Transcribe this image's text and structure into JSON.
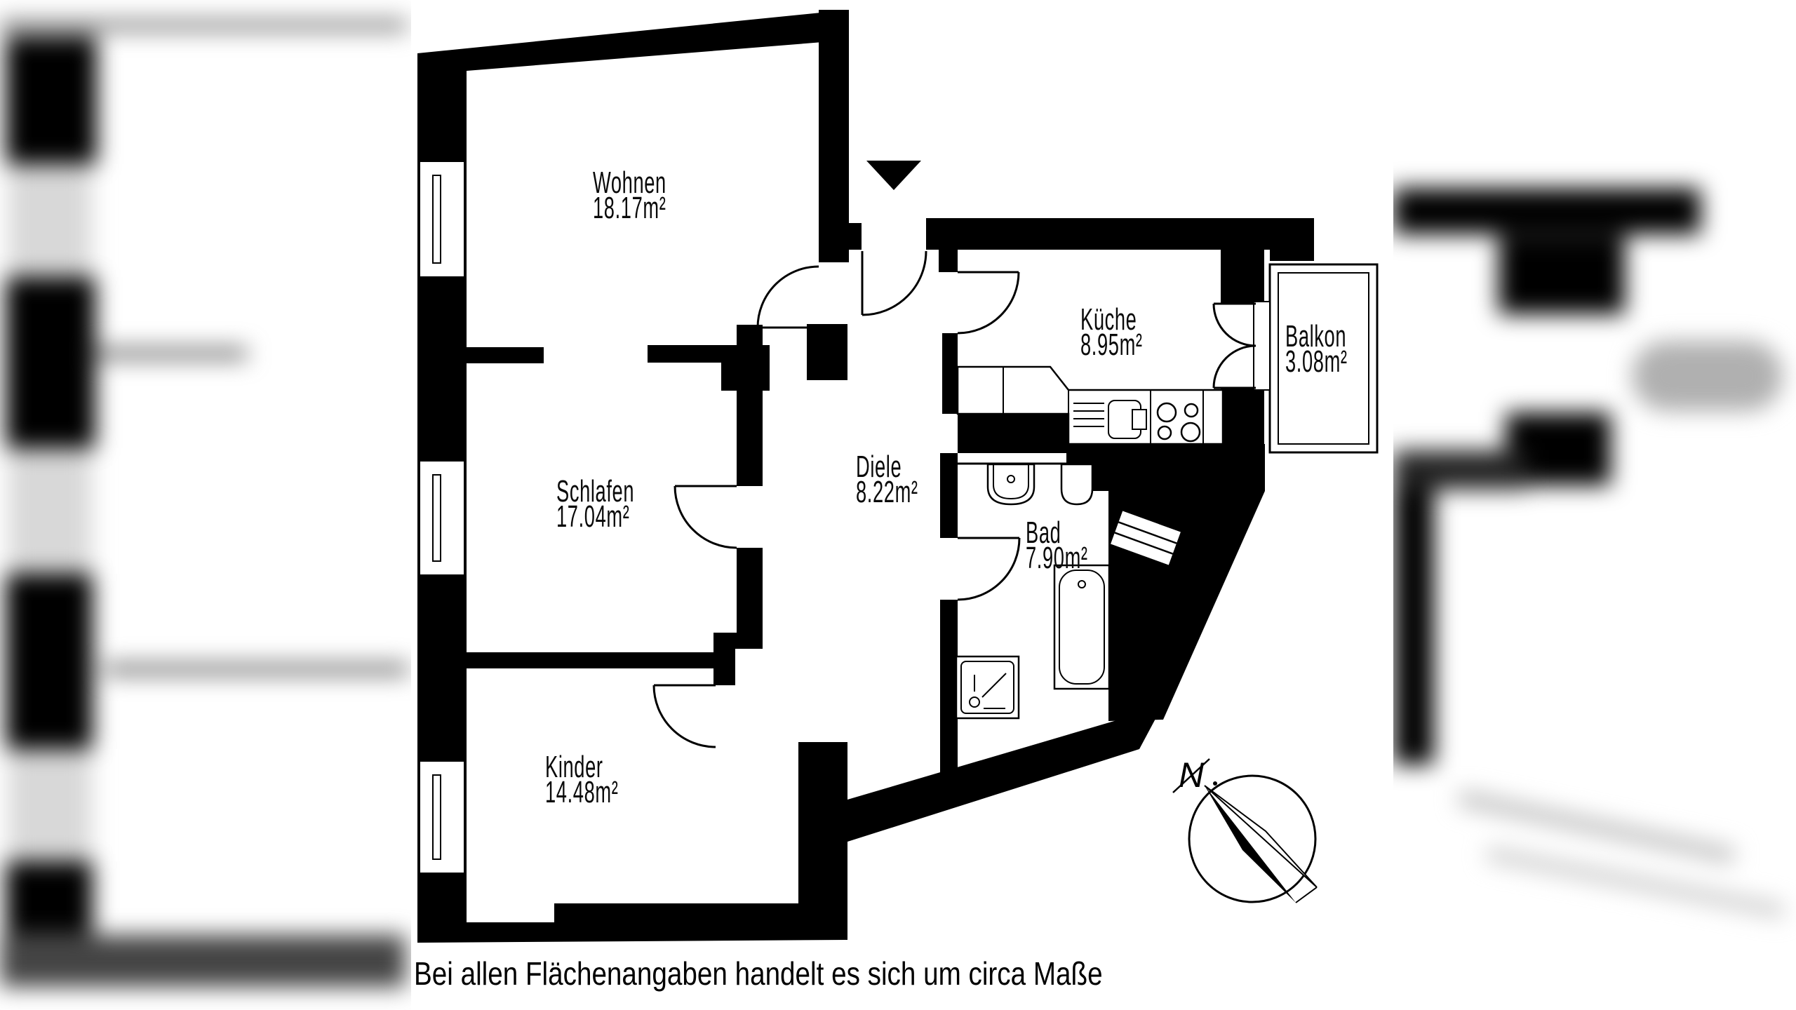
{
  "floorplan": {
    "rooms": [
      {
        "id": "wohnen",
        "name": "Wohnen",
        "area_label": "18.17m²"
      },
      {
        "id": "schlafen",
        "name": "Schlafen",
        "area_label": "17.04m²"
      },
      {
        "id": "kinder",
        "name": "Kinder",
        "area_label": "14.48m²"
      },
      {
        "id": "diele",
        "name": "Diele",
        "area_label": "8.22m²"
      },
      {
        "id": "kueche",
        "name": "Küche",
        "area_label": "8.95m²"
      },
      {
        "id": "balkon",
        "name": "Balkon",
        "area_label": "3.08m²"
      },
      {
        "id": "bad",
        "name": "Bad",
        "area_label": "7.90m²"
      }
    ],
    "compass": {
      "label": "N"
    },
    "disclaimer": "Bei allen Flächenangaben handelt es sich um circa Maße",
    "icons": {
      "entrance_marker": "triangle-down",
      "compass": "north-arrow"
    },
    "colors": {
      "walls": "#000000",
      "paper": "#ffffff"
    }
  }
}
